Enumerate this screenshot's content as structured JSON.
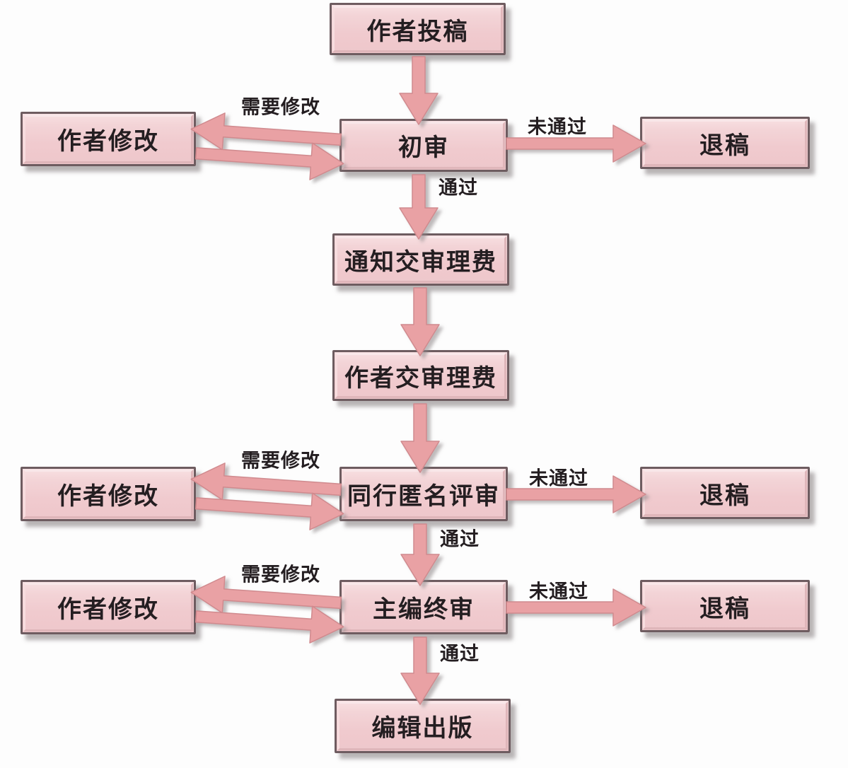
{
  "nodes": {
    "author_submit": "作者投稿",
    "initial_review": "初审",
    "author_revise": "作者修改",
    "reject": "退稿",
    "notify_fee": "通知交审理费",
    "pay_fee": "作者交审理费",
    "peer_review": "同行匿名评审",
    "final_review": "主编终审",
    "publish": "编辑出版"
  },
  "edge_labels": {
    "need_revision": "需要修改",
    "not_passed": "未通过",
    "passed": "通过"
  },
  "colors": {
    "box_fill": "#f0cace",
    "box_fill_light": "#f8e0e2",
    "box_border": "#6e5c60",
    "box_bevel_dark": "#dfb6ba",
    "arrow_fill": "#e9a1a4",
    "arrow_stroke": "#d08a8e",
    "text": "#241e21",
    "background": "#fdfdfd"
  }
}
